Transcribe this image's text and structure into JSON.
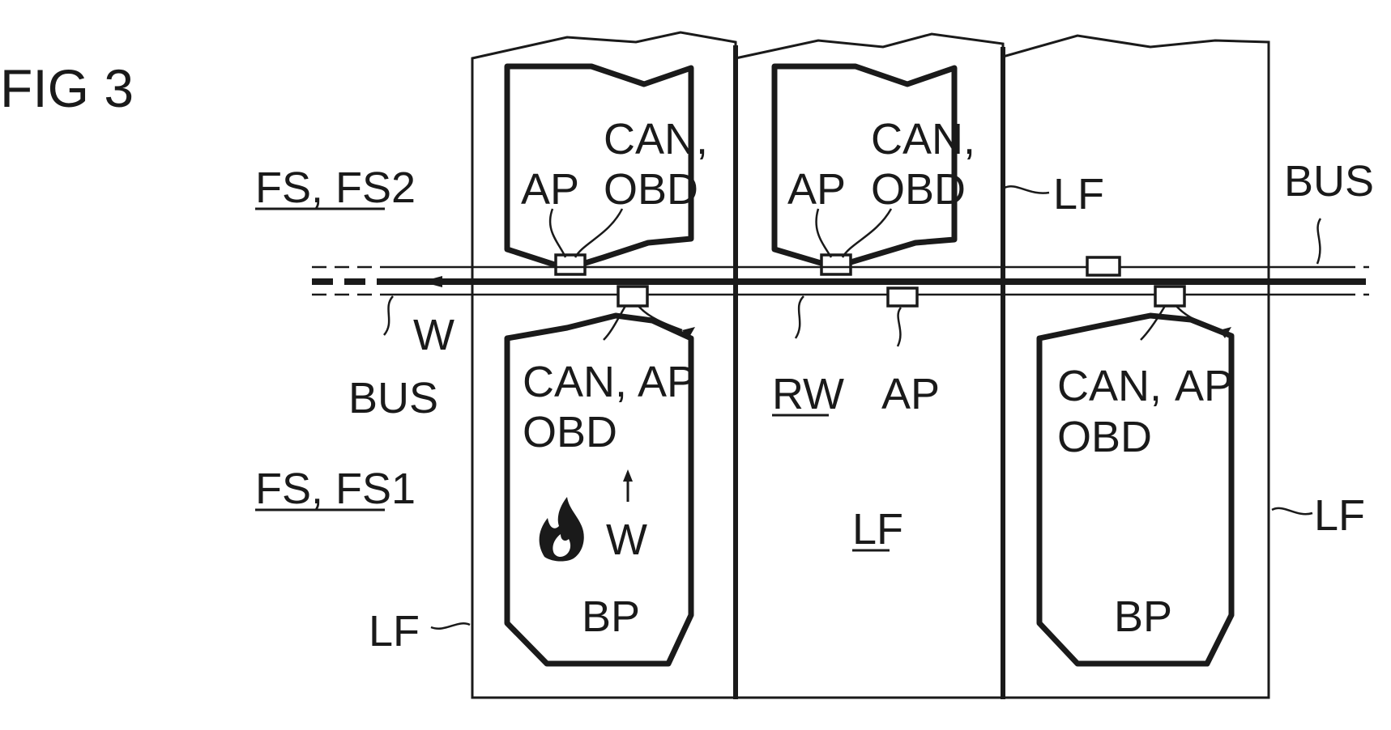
{
  "figure": {
    "title": "FIG 3",
    "labels": {
      "fs_fs2": "FS, FS2",
      "fs_fs1": "FS, FS1",
      "bus": "BUS",
      "w": "W",
      "ap": "AP",
      "can": "CAN,",
      "obd": "OBD",
      "lf": "LF",
      "rw": "RW",
      "bp": "BP"
    }
  }
}
